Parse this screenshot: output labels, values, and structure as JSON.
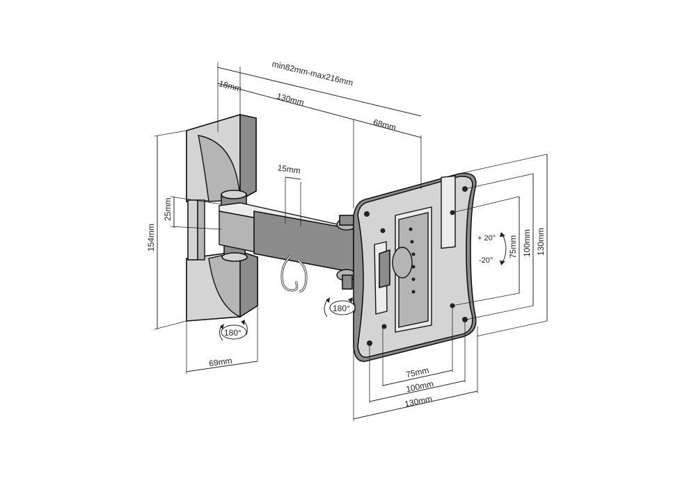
{
  "dimensions": {
    "overall_extension": "min82mm-max216mm",
    "wall_plate_thickness": "18mm",
    "arm_length": "130mm",
    "bracket_depth": "68mm",
    "arm_gap": "15mm",
    "arm_height": "25mm",
    "wall_plate_height": "154mm",
    "wall_plate_width": "69mm",
    "vesa_vertical_inner": "75mm",
    "vesa_vertical_mid": "100mm",
    "vesa_vertical_outer": "130mm",
    "vesa_horizontal_inner": "75mm",
    "vesa_horizontal_mid": "100mm",
    "vesa_horizontal_outer": "130mm"
  },
  "rotations": {
    "wall_swivel": "180°",
    "arm_swivel": "180°",
    "tilt_up": "+ 20°",
    "tilt_down": "-20°"
  }
}
